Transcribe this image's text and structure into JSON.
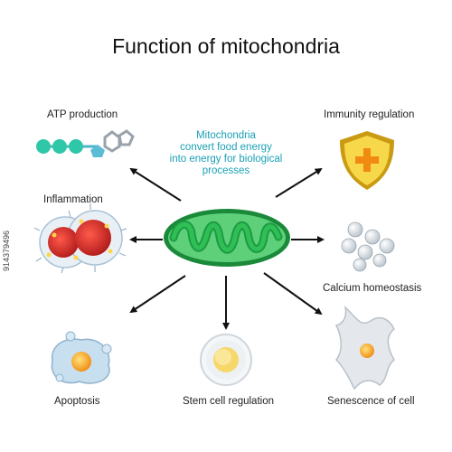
{
  "title": "Function of mitochondria",
  "center_text": {
    "line1": "Mitochondria",
    "line2": "convert food energy",
    "line3": "into energy for biological",
    "line4": "processes"
  },
  "labels": {
    "atp": "ATP production",
    "immunity": "Immunity regulation",
    "inflammation": "Inflammation",
    "calcium": "Calcium homeostasis",
    "apoptosis": "Apoptosis",
    "stem": "Stem cell regulation",
    "senescence": "Senescence of cell"
  },
  "stock_id": "914379496",
  "icons": {
    "atp": "atp-molecule-icon",
    "immunity": "shield-plus-icon",
    "inflammation": "inflamed-cells-icon",
    "calcium": "calcium-spheres-icon",
    "apoptosis": "apoptotic-cell-icon",
    "stem": "stem-cell-icon",
    "senescence": "senescent-cell-icon",
    "center": "mitochondrion-icon"
  },
  "colors": {
    "center_text": "#1aa0b5",
    "mito_green": "#2fbf55",
    "arrow": "#111111",
    "shield_gold": "#f2c21b"
  }
}
